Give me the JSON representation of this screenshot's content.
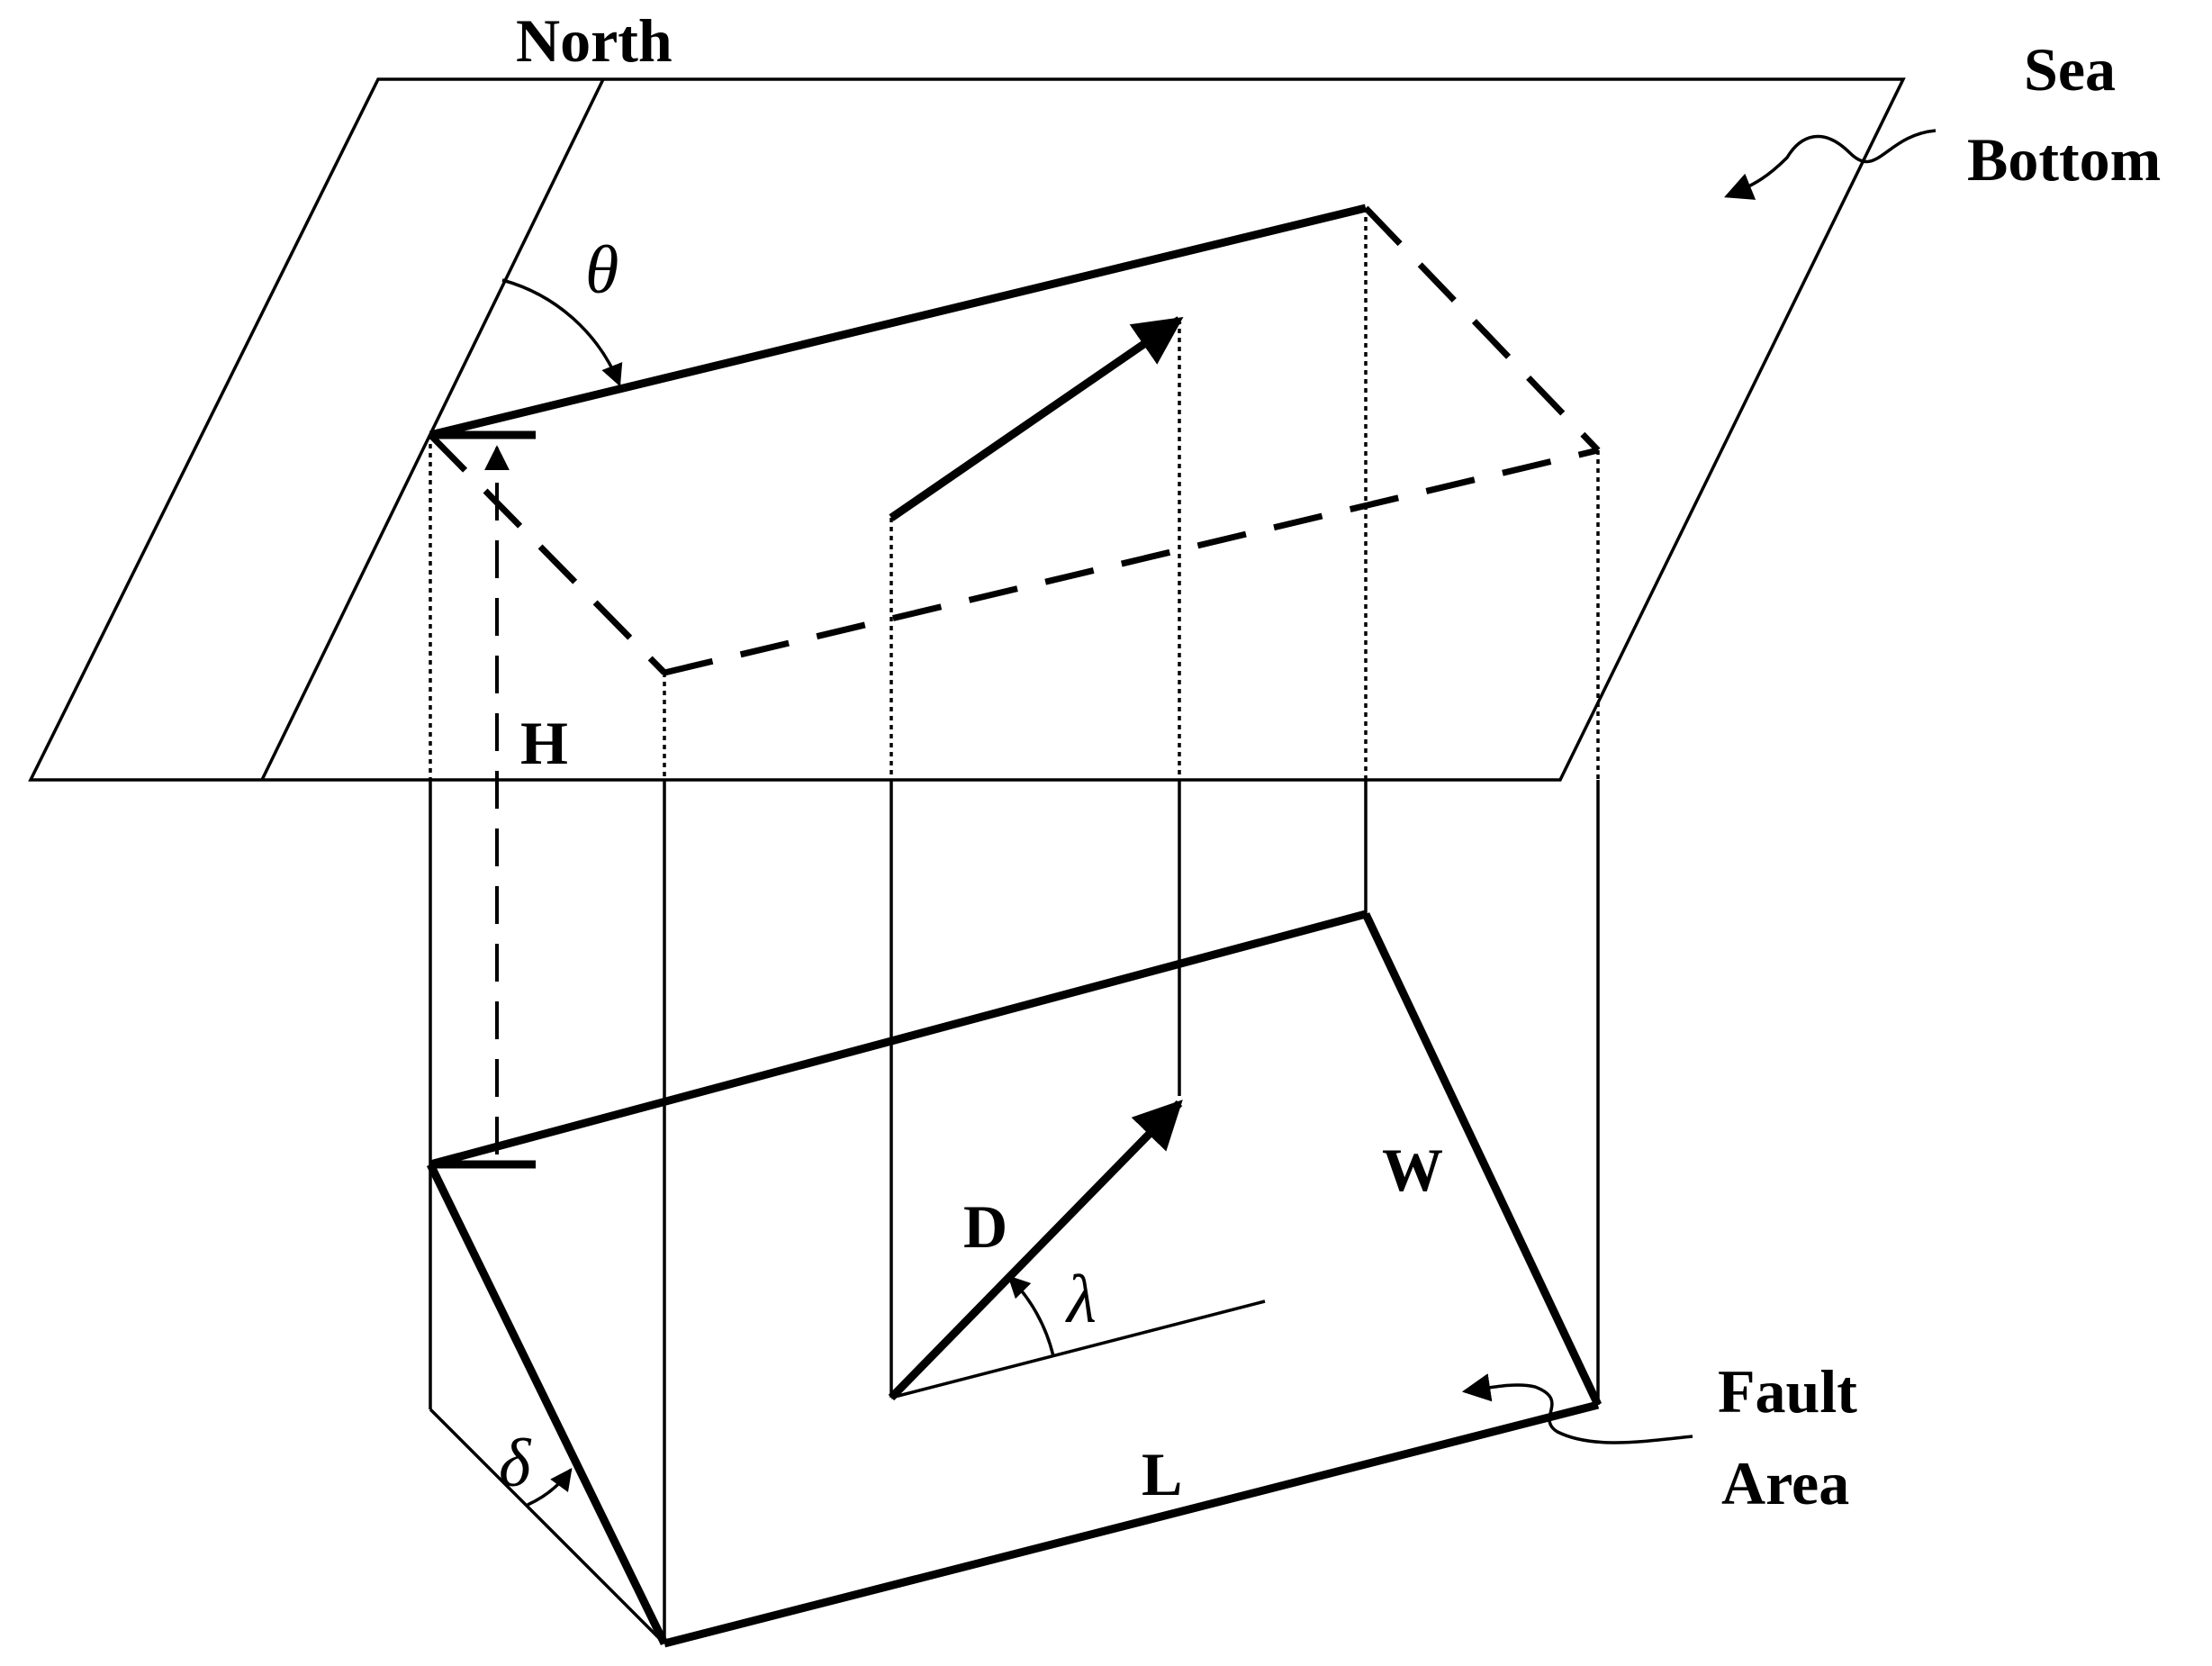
{
  "labels": {
    "north": "North",
    "sea_bottom_1": "Sea",
    "sea_bottom_2": "Bottom",
    "theta": "θ",
    "h": "H",
    "d": "D",
    "lambda": "λ",
    "w": "W",
    "l": "L",
    "delta": "δ",
    "fault_area_1": "Fault",
    "fault_area_2": "Area"
  }
}
